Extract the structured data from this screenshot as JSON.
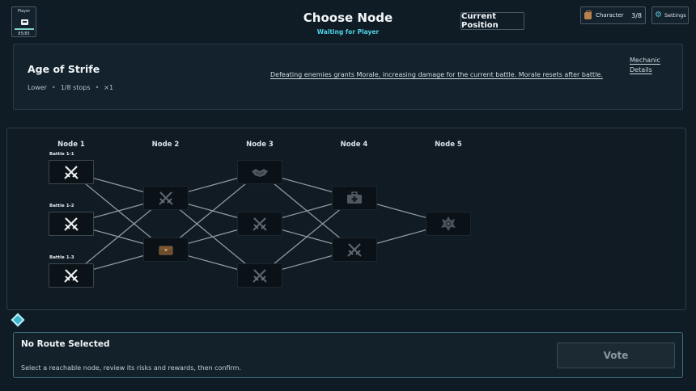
{
  "player": {
    "label": "Player",
    "hp": "85/85",
    "hp_fraction": 1.0
  },
  "header": {
    "title": "Choose Node",
    "subtitle": "Waiting for Player"
  },
  "current_position_label": "Current Position",
  "character": {
    "label": "Character",
    "count": "3/8"
  },
  "settings": {
    "label": "Settings"
  },
  "info": {
    "title": "Age of Strife",
    "difficulty": "Lower",
    "stops": "1/8 stops",
    "multiplier": "×1",
    "description": "Defeating enemies grants Morale, increasing damage for the current battle. Morale resets after battle.",
    "mechanic_link_line1": "Mechanic",
    "mechanic_link_line2": "Details"
  },
  "map": {
    "columns": [
      "Node 1",
      "Node 2",
      "Node 3",
      "Node 4",
      "Node 5"
    ],
    "nodes": [
      {
        "id": "n1a",
        "col": 0,
        "row": 0,
        "icon": "swords",
        "reachable": true,
        "label": "Battle 1-1"
      },
      {
        "id": "n1b",
        "col": 0,
        "row": 1,
        "icon": "swords",
        "reachable": true,
        "label": "Battle 1-2"
      },
      {
        "id": "n1c",
        "col": 0,
        "row": 2,
        "icon": "swords",
        "reachable": true,
        "label": "Battle 1-3"
      },
      {
        "id": "n2a",
        "col": 1,
        "row": 0.5,
        "icon": "swords",
        "reachable": false,
        "label": ""
      },
      {
        "id": "n2b",
        "col": 1,
        "row": 1.5,
        "icon": "chest",
        "reachable": false,
        "label": ""
      },
      {
        "id": "n3a",
        "col": 2,
        "row": 0,
        "icon": "handshake",
        "reachable": false,
        "label": ""
      },
      {
        "id": "n3b",
        "col": 2,
        "row": 1,
        "icon": "swords",
        "reachable": false,
        "label": ""
      },
      {
        "id": "n3c",
        "col": 2,
        "row": 2,
        "icon": "swords",
        "reachable": false,
        "label": ""
      },
      {
        "id": "n4a",
        "col": 3,
        "row": 0.5,
        "icon": "medkit",
        "reachable": false,
        "label": ""
      },
      {
        "id": "n4b",
        "col": 3,
        "row": 1.5,
        "icon": "swords",
        "reachable": false,
        "label": ""
      },
      {
        "id": "n5a",
        "col": 4,
        "row": 1,
        "icon": "boss",
        "reachable": false,
        "label": ""
      }
    ],
    "edges": [
      [
        "n1a",
        "n2a"
      ],
      [
        "n1a",
        "n2b"
      ],
      [
        "n1b",
        "n2a"
      ],
      [
        "n1b",
        "n2b"
      ],
      [
        "n1c",
        "n2a"
      ],
      [
        "n1c",
        "n2b"
      ],
      [
        "n2a",
        "n3a"
      ],
      [
        "n2a",
        "n3b"
      ],
      [
        "n2a",
        "n3c"
      ],
      [
        "n2b",
        "n3a"
      ],
      [
        "n2b",
        "n3b"
      ],
      [
        "n2b",
        "n3c"
      ],
      [
        "n3a",
        "n4a"
      ],
      [
        "n3a",
        "n4b"
      ],
      [
        "n3b",
        "n4a"
      ],
      [
        "n3b",
        "n4b"
      ],
      [
        "n3c",
        "n4a"
      ],
      [
        "n3c",
        "n4b"
      ],
      [
        "n4a",
        "n5a"
      ],
      [
        "n4b",
        "n5a"
      ]
    ]
  },
  "route": {
    "title": "No Route Selected",
    "description": "Select a reachable node, review its risks and rewards, then confirm.",
    "vote_label": "Vote"
  },
  "colors": {
    "accent": "#4fd1e6",
    "panel_border_highlight": "#3e6e78",
    "edge": "#8e99a1"
  }
}
